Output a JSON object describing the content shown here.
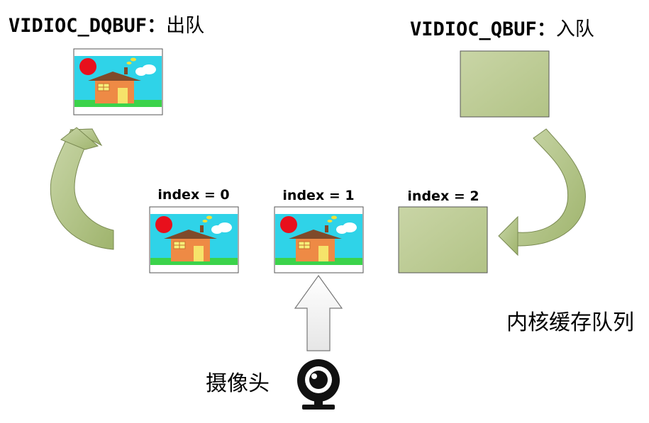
{
  "dequeue": {
    "command": "VIDIOC_DQBUF",
    "separator": "：",
    "action": "出队"
  },
  "enqueue": {
    "command": "VIDIOC_QBUF",
    "separator": "：",
    "action": "入队"
  },
  "buffers": [
    {
      "label": "index = 0",
      "state": "filled"
    },
    {
      "label": "index = 1",
      "state": "filled"
    },
    {
      "label": "index = 2",
      "state": "empty"
    }
  ],
  "kernel_queue_label": "内核缓存队列",
  "camera_label": "摄像头",
  "icons": [
    "house-picture-icon",
    "curved-arrow-icon",
    "up-arrow-icon",
    "webcam-icon"
  ],
  "colors": {
    "arrow_fill": "#b3c58c",
    "empty_buffer_fill": "#c4d19e",
    "sky": "#2fd3e8",
    "sun": "#e8101c",
    "grass": "#3bd34b",
    "house": "#ee8a45",
    "roof": "#7f4a2a"
  }
}
